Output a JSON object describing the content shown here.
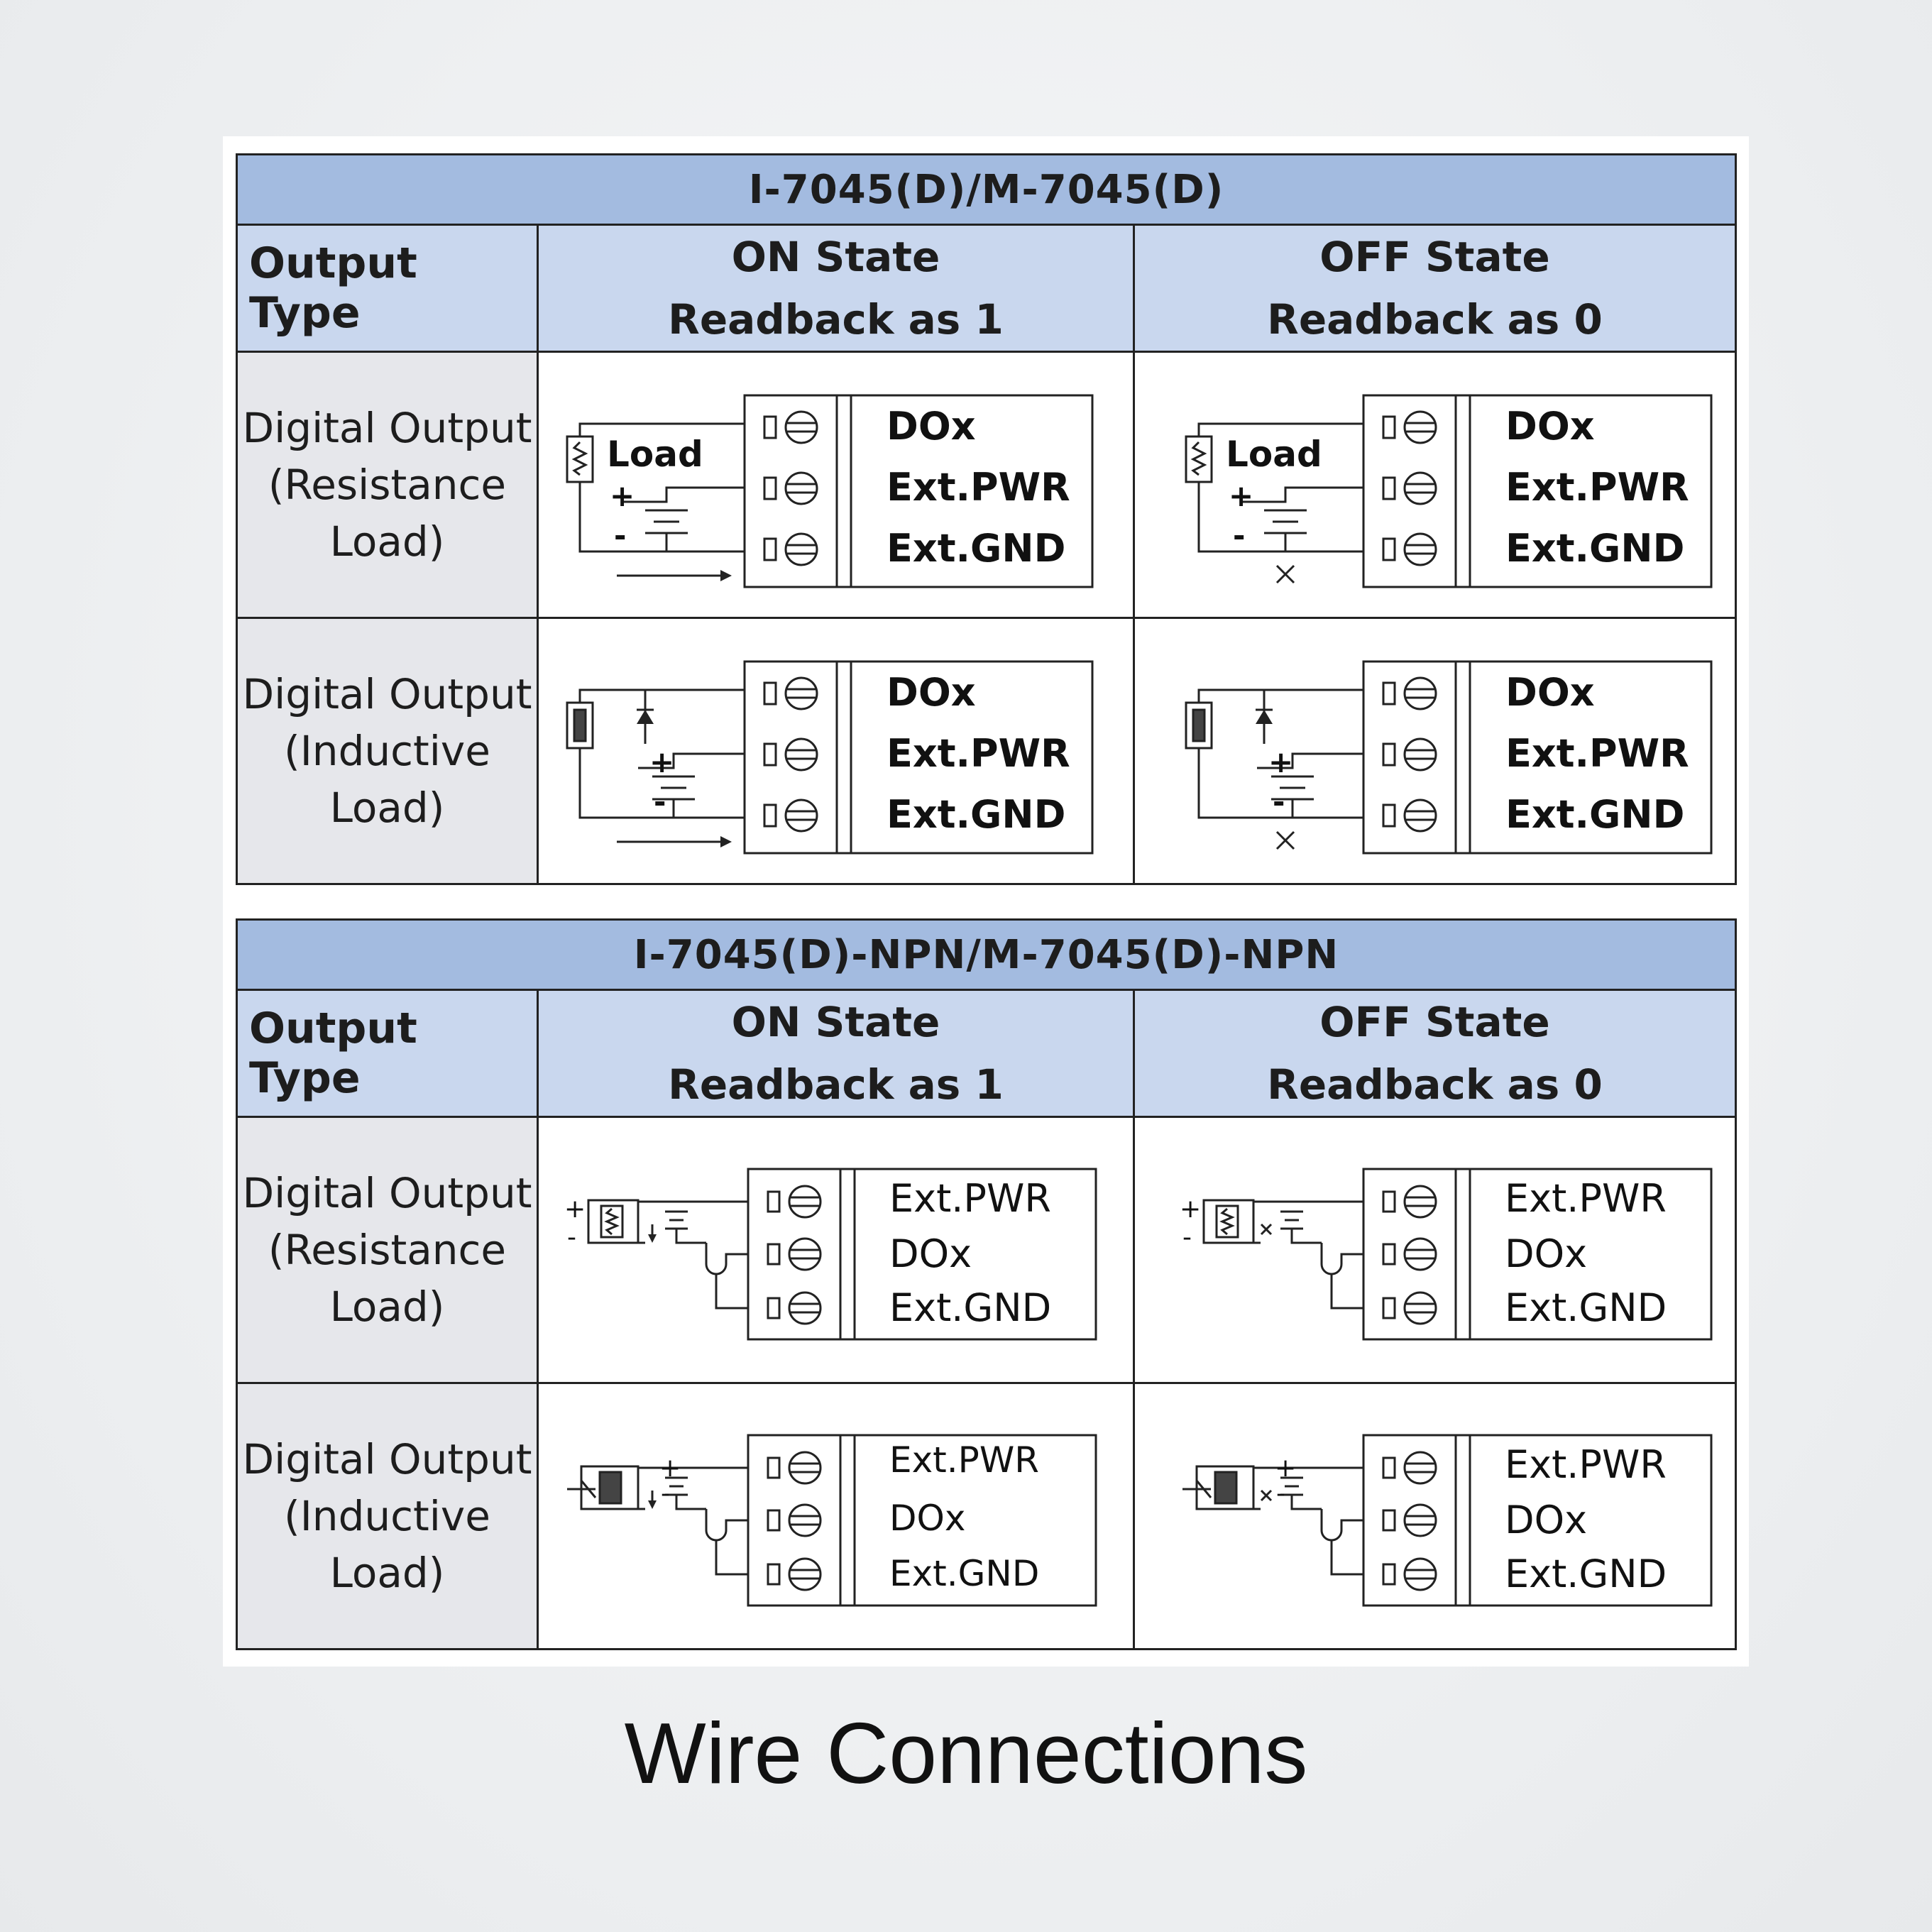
{
  "caption": "Wire Connections",
  "tables": [
    {
      "title": "I-7045(D)/M-7045(D)",
      "header": {
        "output_type": "Output Type",
        "on_state": [
          "ON State",
          "Readback as 1"
        ],
        "off_state": [
          "OFF State",
          "Readback as 0"
        ]
      },
      "rows": [
        {
          "type": [
            "Digital Output",
            "(Resistance",
            "Load)"
          ],
          "terminals": [
            "DOx",
            "Ext.PWR",
            "Ext.GND"
          ],
          "load_label": "Load",
          "plus": "+",
          "minus": "-"
        },
        {
          "type": [
            "Digital Output",
            "(Inductive",
            "Load)"
          ],
          "terminals": [
            "DOx",
            "Ext.PWR",
            "Ext.GND"
          ],
          "plus": "+",
          "minus": "-"
        }
      ]
    },
    {
      "title": "I-7045(D)-NPN/M-7045(D)-NPN",
      "header": {
        "output_type": "Output Type",
        "on_state": [
          "ON State",
          "Readback as 1"
        ],
        "off_state": [
          "OFF State",
          "Readback as 0"
        ]
      },
      "rows": [
        {
          "type": [
            "Digital Output",
            "(Resistance",
            "Load)"
          ],
          "terminals": [
            "Ext.PWR",
            "DOx",
            "Ext.GND"
          ],
          "plus": "+",
          "minus": "-"
        },
        {
          "type": [
            "Digital Output",
            "(Inductive",
            "Load)"
          ],
          "terminals": [
            "Ext.PWR",
            "DOx",
            "Ext.GND"
          ],
          "plus": "+",
          "minus": "-"
        }
      ]
    }
  ]
}
